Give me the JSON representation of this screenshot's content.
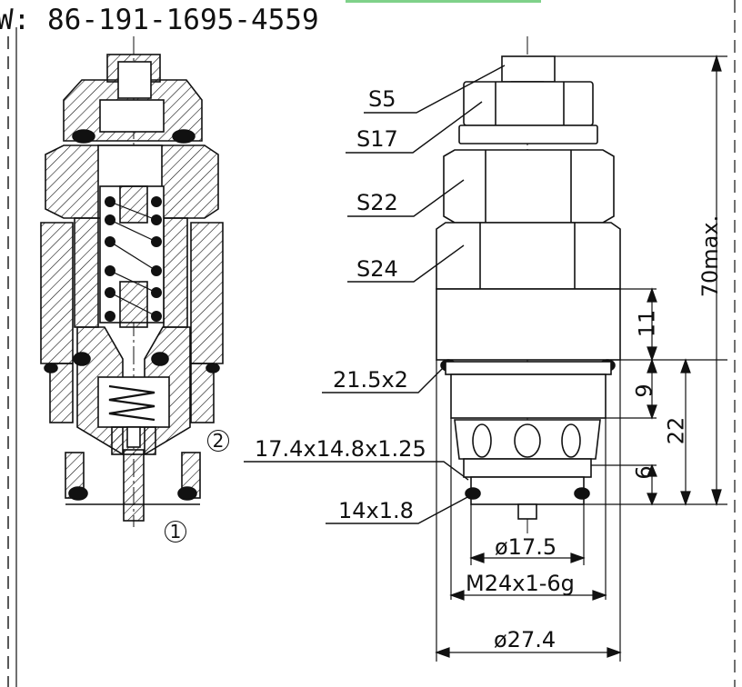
{
  "header": {
    "phone": "W: 86-191-1695-4559"
  },
  "hex_labels": [
    {
      "id": "s5",
      "text": "S5"
    },
    {
      "id": "s17",
      "text": "S17"
    },
    {
      "id": "s22",
      "text": "S22"
    },
    {
      "id": "s24",
      "text": "S24"
    }
  ],
  "seal_labels": [
    {
      "id": "oring-1",
      "text": "21.5x2"
    },
    {
      "id": "backup-ring",
      "text": "17.4x14.8x1.25"
    },
    {
      "id": "oring-2",
      "text": "14x1.8"
    }
  ],
  "dimensions": {
    "overall_height": "70max.",
    "dim_11": "11",
    "dim_9": "9",
    "dim_22": "22",
    "dim_6": "6",
    "dia_175": "ø17.5",
    "thread": "M24x1-6g",
    "dia_274": "ø27.4"
  },
  "ports": {
    "port_1": "①",
    "port_2": "②"
  },
  "colors": {
    "line": "#111111",
    "accent_bar": "#7fd18a"
  }
}
